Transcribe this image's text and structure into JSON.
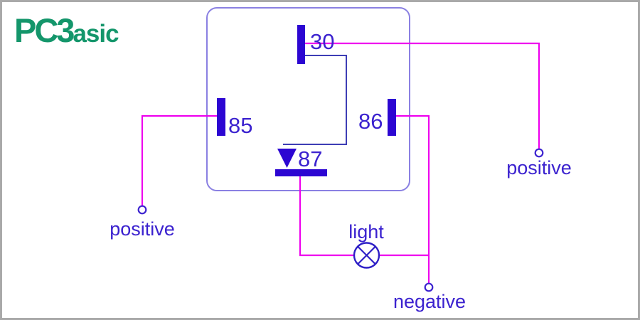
{
  "frame": {
    "border_color": "#a9a9a9",
    "background": "#ffffff"
  },
  "logo": {
    "text_primary": "PC3",
    "text_secondary": "asic",
    "color": "#14966b"
  },
  "relay": {
    "pin_30": "30",
    "pin_85": "85",
    "pin_86": "86",
    "pin_87": "87"
  },
  "labels": {
    "positive_left": "positive",
    "positive_right": "positive",
    "negative": "negative",
    "light": "light"
  },
  "colors": {
    "wire": "#ee00ee",
    "pin_fill": "#2c06d2",
    "text": "#3b22cf",
    "relay_outline": "#8a80e2",
    "switch_arm": "#3d3db5",
    "bulb_outline": "#2d1fc6"
  }
}
